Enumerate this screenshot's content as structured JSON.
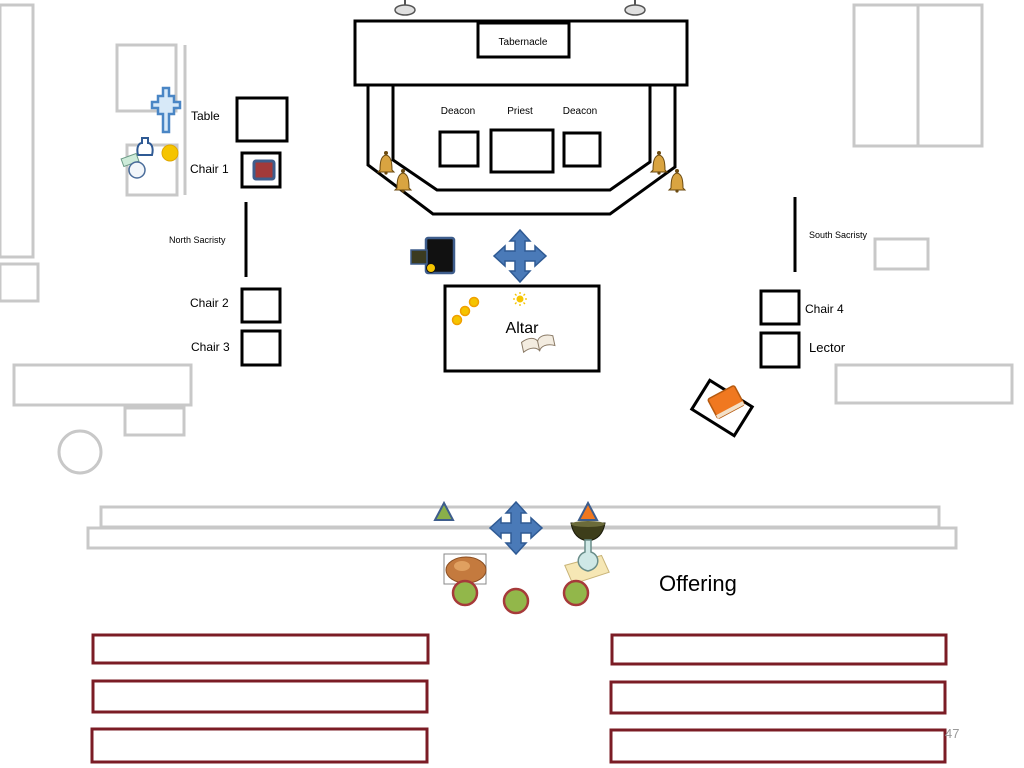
{
  "labels": {
    "tabernacle": "Tabernacle",
    "deacon_left": "Deacon",
    "priest": "Priest",
    "deacon_right": "Deacon",
    "table": "Table",
    "chair1": "Chair 1",
    "north_sacristy": "North Sacristy",
    "chair2": "Chair 2",
    "chair3": "Chair 3",
    "altar": "Altar",
    "south_sacristy": "South Sacristy",
    "chair4": "Chair 4",
    "lector": "Lector",
    "offering": "Offering",
    "page_number": "47"
  },
  "icons": [
    "candle-stand-icon",
    "processional-cross-icon",
    "cruet-icon",
    "lavabo-bowl-icon",
    "hand-towel-icon",
    "altar-bell-icon",
    "move-arrows-icon",
    "candle-flame-icon",
    "sun-icon",
    "open-book-icon",
    "lectionary-book-icon",
    "triangle-marker-icon",
    "bread-icon",
    "chalice-icon",
    "wine-flask-icon",
    "person-marker-icon"
  ],
  "colors": {
    "furniture_gray": "#c8c8c8",
    "pew_maroon": "#7b1c25",
    "arrow_blue": "#4a7ab8",
    "person_green": "#92b74a",
    "person_ring": "#a63a3a",
    "gold": "#f5c400",
    "ink": "#000000"
  }
}
